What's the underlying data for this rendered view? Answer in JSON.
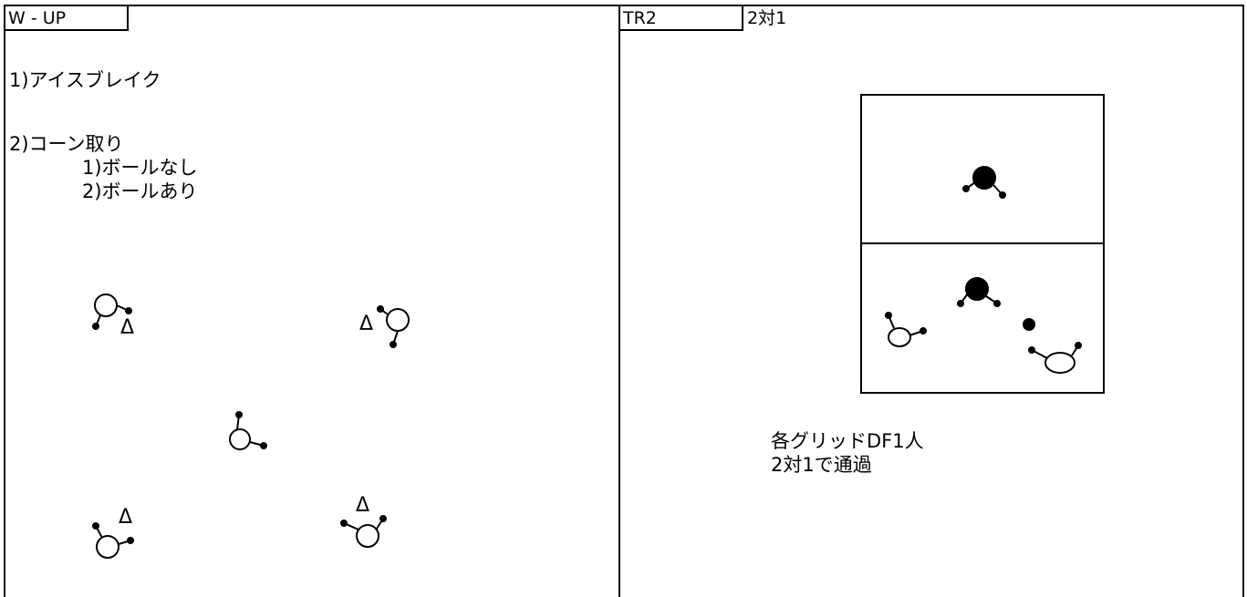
{
  "left": {
    "tab_label": "W - UP",
    "lines": [
      "1)アイスブレイク",
      "2)コーン取り",
      "1)ボールなし",
      "2)ボールあり"
    ],
    "cone_symbol": "Δ"
  },
  "right": {
    "tab_label": "TR2",
    "tab_title": "2対1",
    "notes": [
      "各グリッドDF1人",
      "2対1で通過"
    ]
  }
}
